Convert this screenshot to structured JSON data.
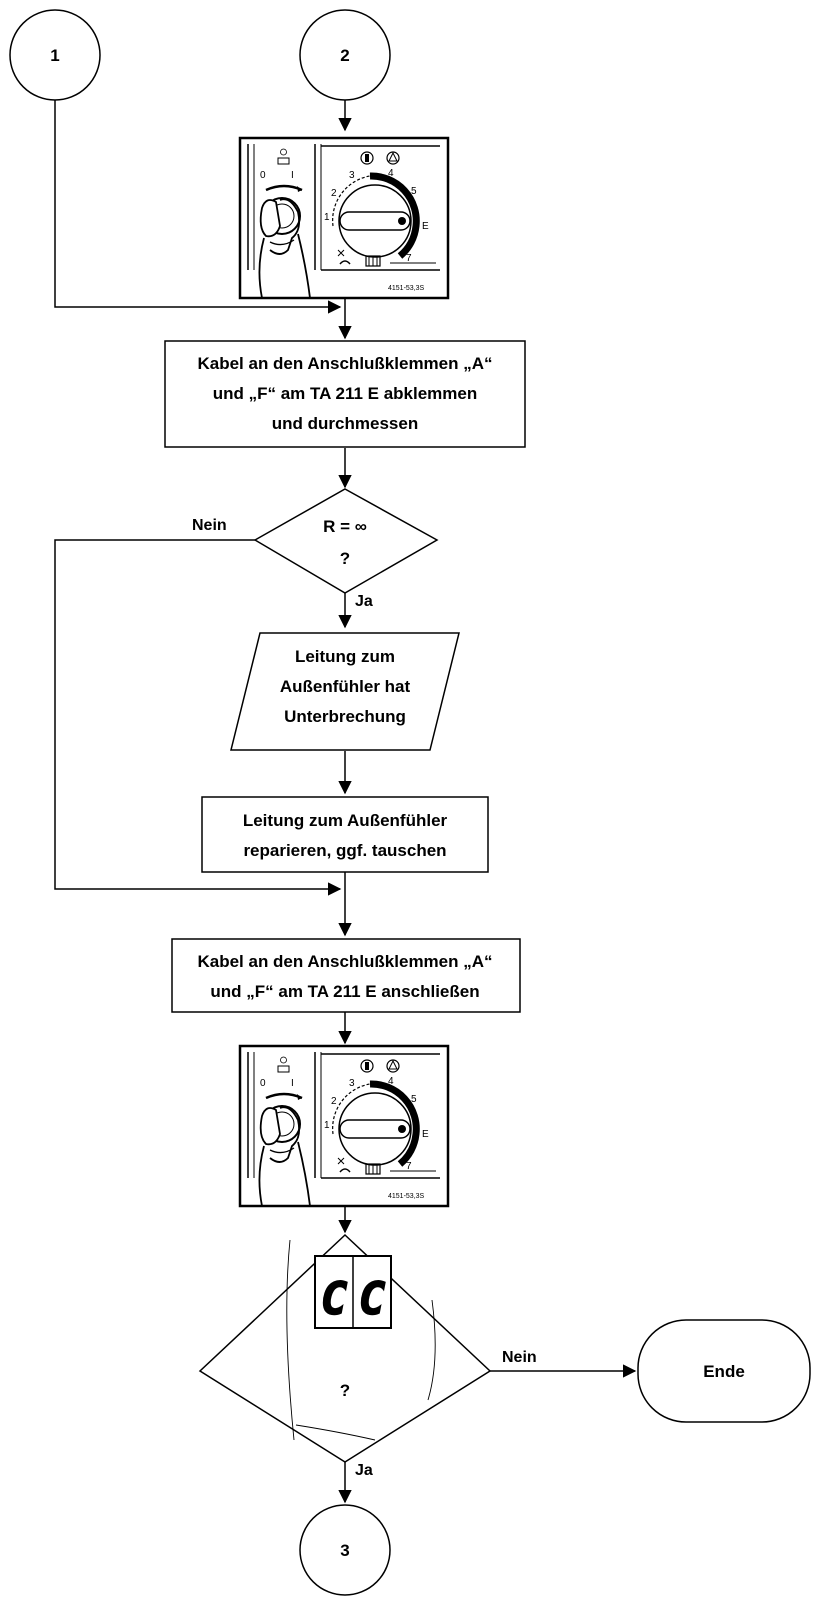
{
  "connectors": {
    "c1": "1",
    "c2": "2",
    "c3": "3"
  },
  "step1": {
    "line1": "Kabel an den Anschlußklemmen „A“",
    "line2": "und „F“ am TA 211 E abklemmen",
    "line3": "und durchmessen"
  },
  "decision1": {
    "line1": "R = ∞",
    "line2": "?",
    "no": "Nein",
    "yes": "Ja"
  },
  "io1": {
    "line1": "Leitung zum",
    "line2": "Außenfühler hat",
    "line3": "Unterbrechung"
  },
  "step2": {
    "line1": "Leitung zum Außenfühler",
    "line2": "reparieren, ggf. tauschen"
  },
  "step3": {
    "line1": "Kabel an den Anschlußklemmen „A“",
    "line2": "und „F“ am TA 211 E anschließen"
  },
  "decision2": {
    "question": "?",
    "no": "Nein",
    "yes": "Ja",
    "display": "CC"
  },
  "terminal": {
    "label": "Ende"
  },
  "panel": {
    "figure_id": "4151-53,3S",
    "switch_off": "0",
    "switch_on": "I",
    "dial": [
      "1",
      "2",
      "3",
      "4",
      "5",
      "E",
      "7"
    ]
  }
}
